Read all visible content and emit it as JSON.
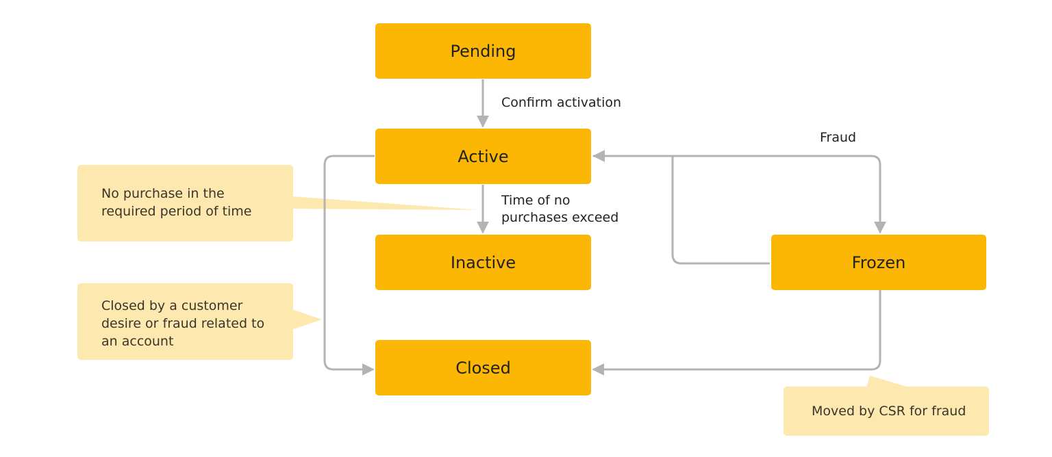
{
  "states": {
    "pending": "Pending",
    "active": "Active",
    "inactive": "Inactive",
    "closed": "Closed",
    "frozen": "Frozen"
  },
  "transitions": {
    "confirm_activation": "Confirm activation",
    "fraud": "Fraud",
    "time_of_no_purchases_line1": "Time of no",
    "time_of_no_purchases_line2": "purchases exceed"
  },
  "notes": {
    "inactive_line1": "No purchase in the",
    "inactive_line2": "required period of time",
    "closed_line1": "Closed by a customer",
    "closed_line2": "desire or fraud related to",
    "closed_line3": "an account",
    "frozen_line1": "Moved by CSR for fraud"
  },
  "colors": {
    "state_fill": "#fbb703",
    "note_fill": "#fde9b0",
    "connector": "#b3b3b3"
  }
}
